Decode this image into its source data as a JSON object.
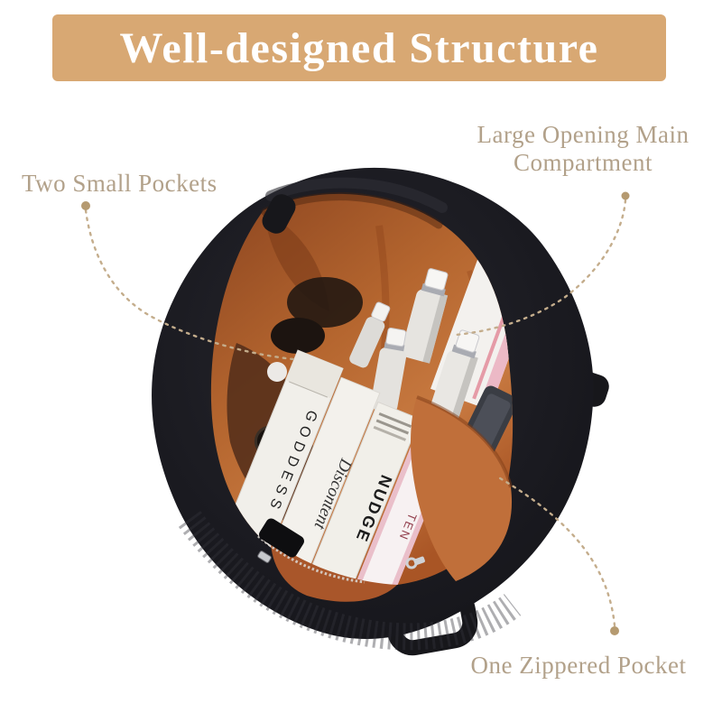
{
  "banner": {
    "title": "Well-designed Structure"
  },
  "callouts": {
    "two_small_pockets": {
      "label": "Two Small Pockets"
    },
    "large_opening": {
      "label": "Large Opening Main Compartment"
    },
    "one_zippered_pocket": {
      "label": "One Zippered Pocket"
    }
  },
  "photo": {
    "alt": "Top view of an open black corduroy tote bag with copper-orange lining holding books and cosmetic bottles",
    "book_spines": [
      "GODDESS",
      "Discontent",
      "NUDGE",
      "TEN"
    ]
  },
  "colors": {
    "banner_bg": "#d8a873",
    "banner_text": "#ffffff",
    "label_text": "#b2a18a",
    "leader_line": "#c4ad8c",
    "leader_dot": "#b59a70",
    "bag_black": "#17171b",
    "lining_orange": "#b5662f"
  }
}
